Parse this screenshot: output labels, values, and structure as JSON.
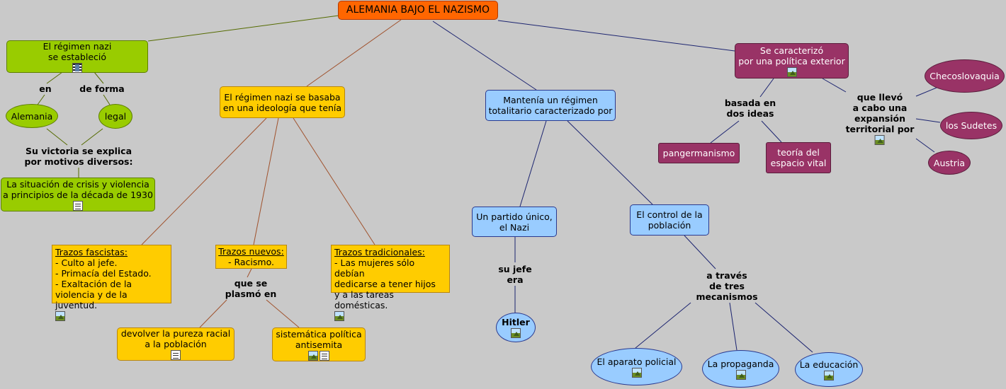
{
  "title": "ALEMANIA BAJO EL NAZISMO",
  "nodes": {
    "n_establecio": [
      "El régimen nazi",
      "se estableció"
    ],
    "n_alemania": [
      "Alemania"
    ],
    "n_legal": [
      "legal"
    ],
    "n_crisis": [
      "La situación de crisis y violencia",
      "a principios de la década de 1930"
    ],
    "n_ideologia": [
      "El régimen nazi se basaba",
      "en una ideología que tenía"
    ],
    "n_fascistas": [
      "Trazos fascistas:",
      "- Culto al jefe.",
      "- Primacía del Estado.",
      "- Exaltación de la",
      "violencia y de la juventud."
    ],
    "n_nuevos": [
      "Trazos nuevos:",
      "- Racismo."
    ],
    "n_tradicionales": [
      "Trazos tradicionales:",
      "- Las mujeres sólo debían",
      "dedicarse a tener hijos",
      "y a las tareas domésticas."
    ],
    "n_pureza": [
      "devolver la pureza racial",
      "a la población"
    ],
    "n_antisemita": [
      "sistemática política",
      "antisemita"
    ],
    "n_totalitario": [
      "Mantenía un régimen",
      "totalitario caracterizado por"
    ],
    "n_partido": [
      "Un partido único,",
      "el Nazi"
    ],
    "n_hitler": [
      "Hitler"
    ],
    "n_control": [
      "El control de la",
      "población"
    ],
    "n_policial": [
      "El aparato policial"
    ],
    "n_propaganda": [
      "La propaganda"
    ],
    "n_educacion": [
      "La educación"
    ],
    "n_exterior": [
      "Se caracterizó",
      "por una política exterior"
    ],
    "n_pangermanismo": [
      "pangermanismo"
    ],
    "n_espacio": [
      "teoría del",
      "espacio vital"
    ],
    "n_checo": [
      "Checoslovaquia"
    ],
    "n_sudetes": [
      "los Sudetes"
    ],
    "n_austria": [
      "Austria"
    ]
  },
  "labels": {
    "l_en": [
      "en"
    ],
    "l_deforma": [
      "de forma"
    ],
    "l_victoria": [
      "Su victoria se explica",
      "por motivos diversos:"
    ],
    "l_plasmo": [
      "que se",
      "plasmó en"
    ],
    "l_jefe": [
      "su jefe",
      "era"
    ],
    "l_traves": [
      "a través",
      "de tres",
      "mecanismos"
    ],
    "l_basada": [
      "basada en",
      "dos ideas"
    ],
    "l_llevo": [
      "que llevó",
      "a cabo una",
      "expansión",
      "territorial por"
    ]
  },
  "icons": {
    "n_establecio": [
      "film-icon"
    ],
    "n_crisis": [
      "document-icon"
    ],
    "n_fascistas": [
      "image-icon"
    ],
    "n_tradicionales": [
      "image-icon"
    ],
    "n_pureza": [
      "document-icon"
    ],
    "n_antisemita": [
      "image-icon",
      "document-icon"
    ],
    "n_hitler": [
      "image-icon"
    ],
    "n_policial": [
      "image-icon"
    ],
    "n_propaganda": [
      "image-icon"
    ],
    "n_educacion": [
      "image-icon"
    ],
    "n_exterior": [
      "image-icon"
    ],
    "l_llevo": [
      "image-icon"
    ],
    "n_espacio": []
  },
  "colors": {
    "green_link": "#556b00",
    "orange_link": "#a0522d",
    "blue_link": "#1c2470",
    "purple_link": "#1c2470"
  }
}
